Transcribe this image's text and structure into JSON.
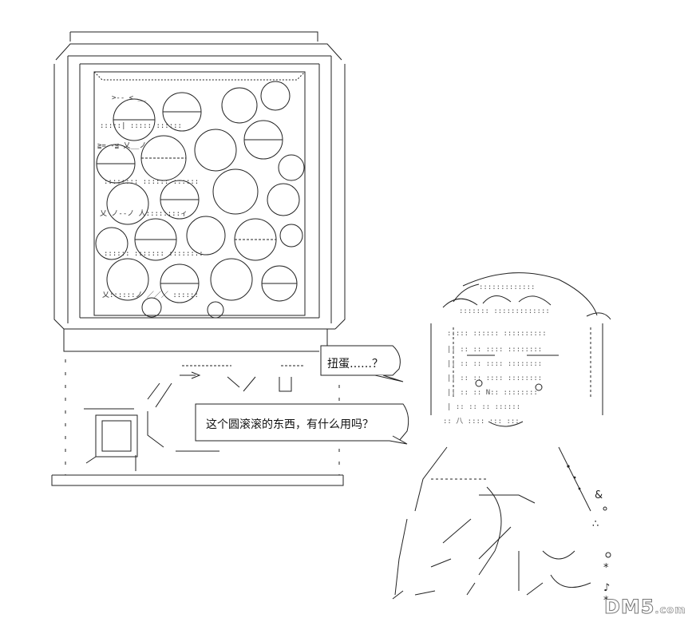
{
  "speech": {
    "bubble1": "扭蛋……？",
    "bubble2": "这个圆滚滚的东西，有什么用吗？"
  },
  "watermark": {
    "main": "DM5",
    "suffix": ".com"
  },
  "decor_glyphs": {
    "star1": "*",
    "star2": "*",
    "note": "♪",
    "dots": "∴",
    "amp": "&"
  }
}
